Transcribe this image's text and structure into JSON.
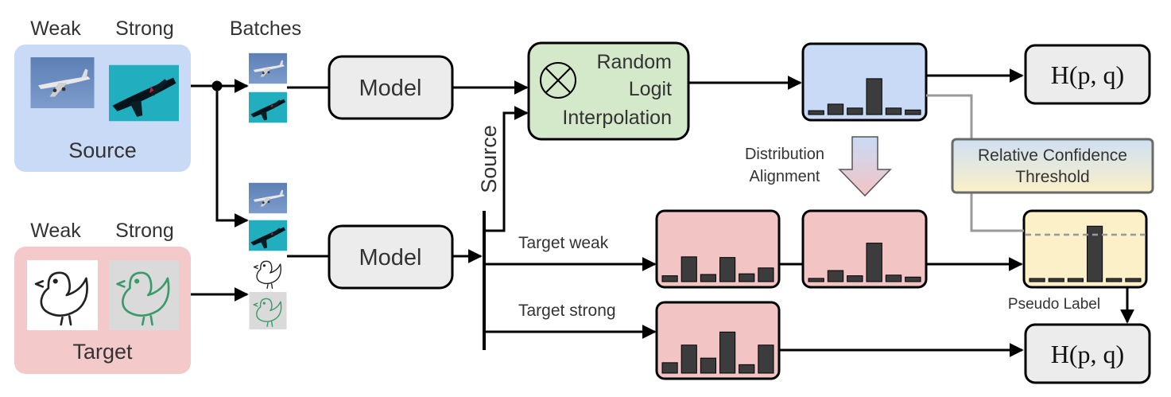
{
  "labels": {
    "weak": "Weak",
    "strong": "Strong",
    "batches": "Batches",
    "source": "Source",
    "target": "Target",
    "model": "Model",
    "rli_line1": "Random",
    "rli_line2": "Logit",
    "rli_line3": "Interpolation",
    "source_vertical": "Source",
    "distribution_line1": "Distribution",
    "distribution_line2": "Alignment",
    "relative_line1": "Relative Confidence",
    "relative_line2": "Threshold",
    "target_weak": "Target weak",
    "target_strong": "Target strong",
    "pseudo_label": "Pseudo Label",
    "loss": "H(p, q)"
  },
  "colors": {
    "source_panel": "#c9daf6",
    "target_panel": "#f4c9c9",
    "rli_box": "#d4e9c9",
    "histogram_blue": "#c9daf6",
    "histogram_red": "#f2c4c4",
    "histogram_yellow": "#fbf0c8",
    "box_gray": "#ececec",
    "bar": "#3c3c3c",
    "threshold_line": "#999999"
  },
  "histograms": {
    "source_logits": [
      0.06,
      0.16,
      0.1,
      0.55,
      0.1,
      0.07
    ],
    "target_weak_raw": [
      0.09,
      0.38,
      0.11,
      0.37,
      0.12,
      0.21
    ],
    "target_weak_aligned": [
      0.05,
      0.17,
      0.09,
      0.59,
      0.1,
      0.07
    ],
    "pseudo_label": [
      0.04,
      0.04,
      0.04,
      0.85,
      0.04,
      0.04
    ],
    "target_strong": [
      0.16,
      0.43,
      0.23,
      0.63,
      0.13,
      0.43
    ]
  },
  "pseudo_label_threshold": 0.72,
  "icons": {
    "interpolation": "circled-times-icon",
    "airplane_weak": "airplane-photo",
    "airplane_strong": "airplane-photo-augmented",
    "bird_weak": "bird-sketch",
    "bird_strong": "bird-sketch-augmented"
  }
}
